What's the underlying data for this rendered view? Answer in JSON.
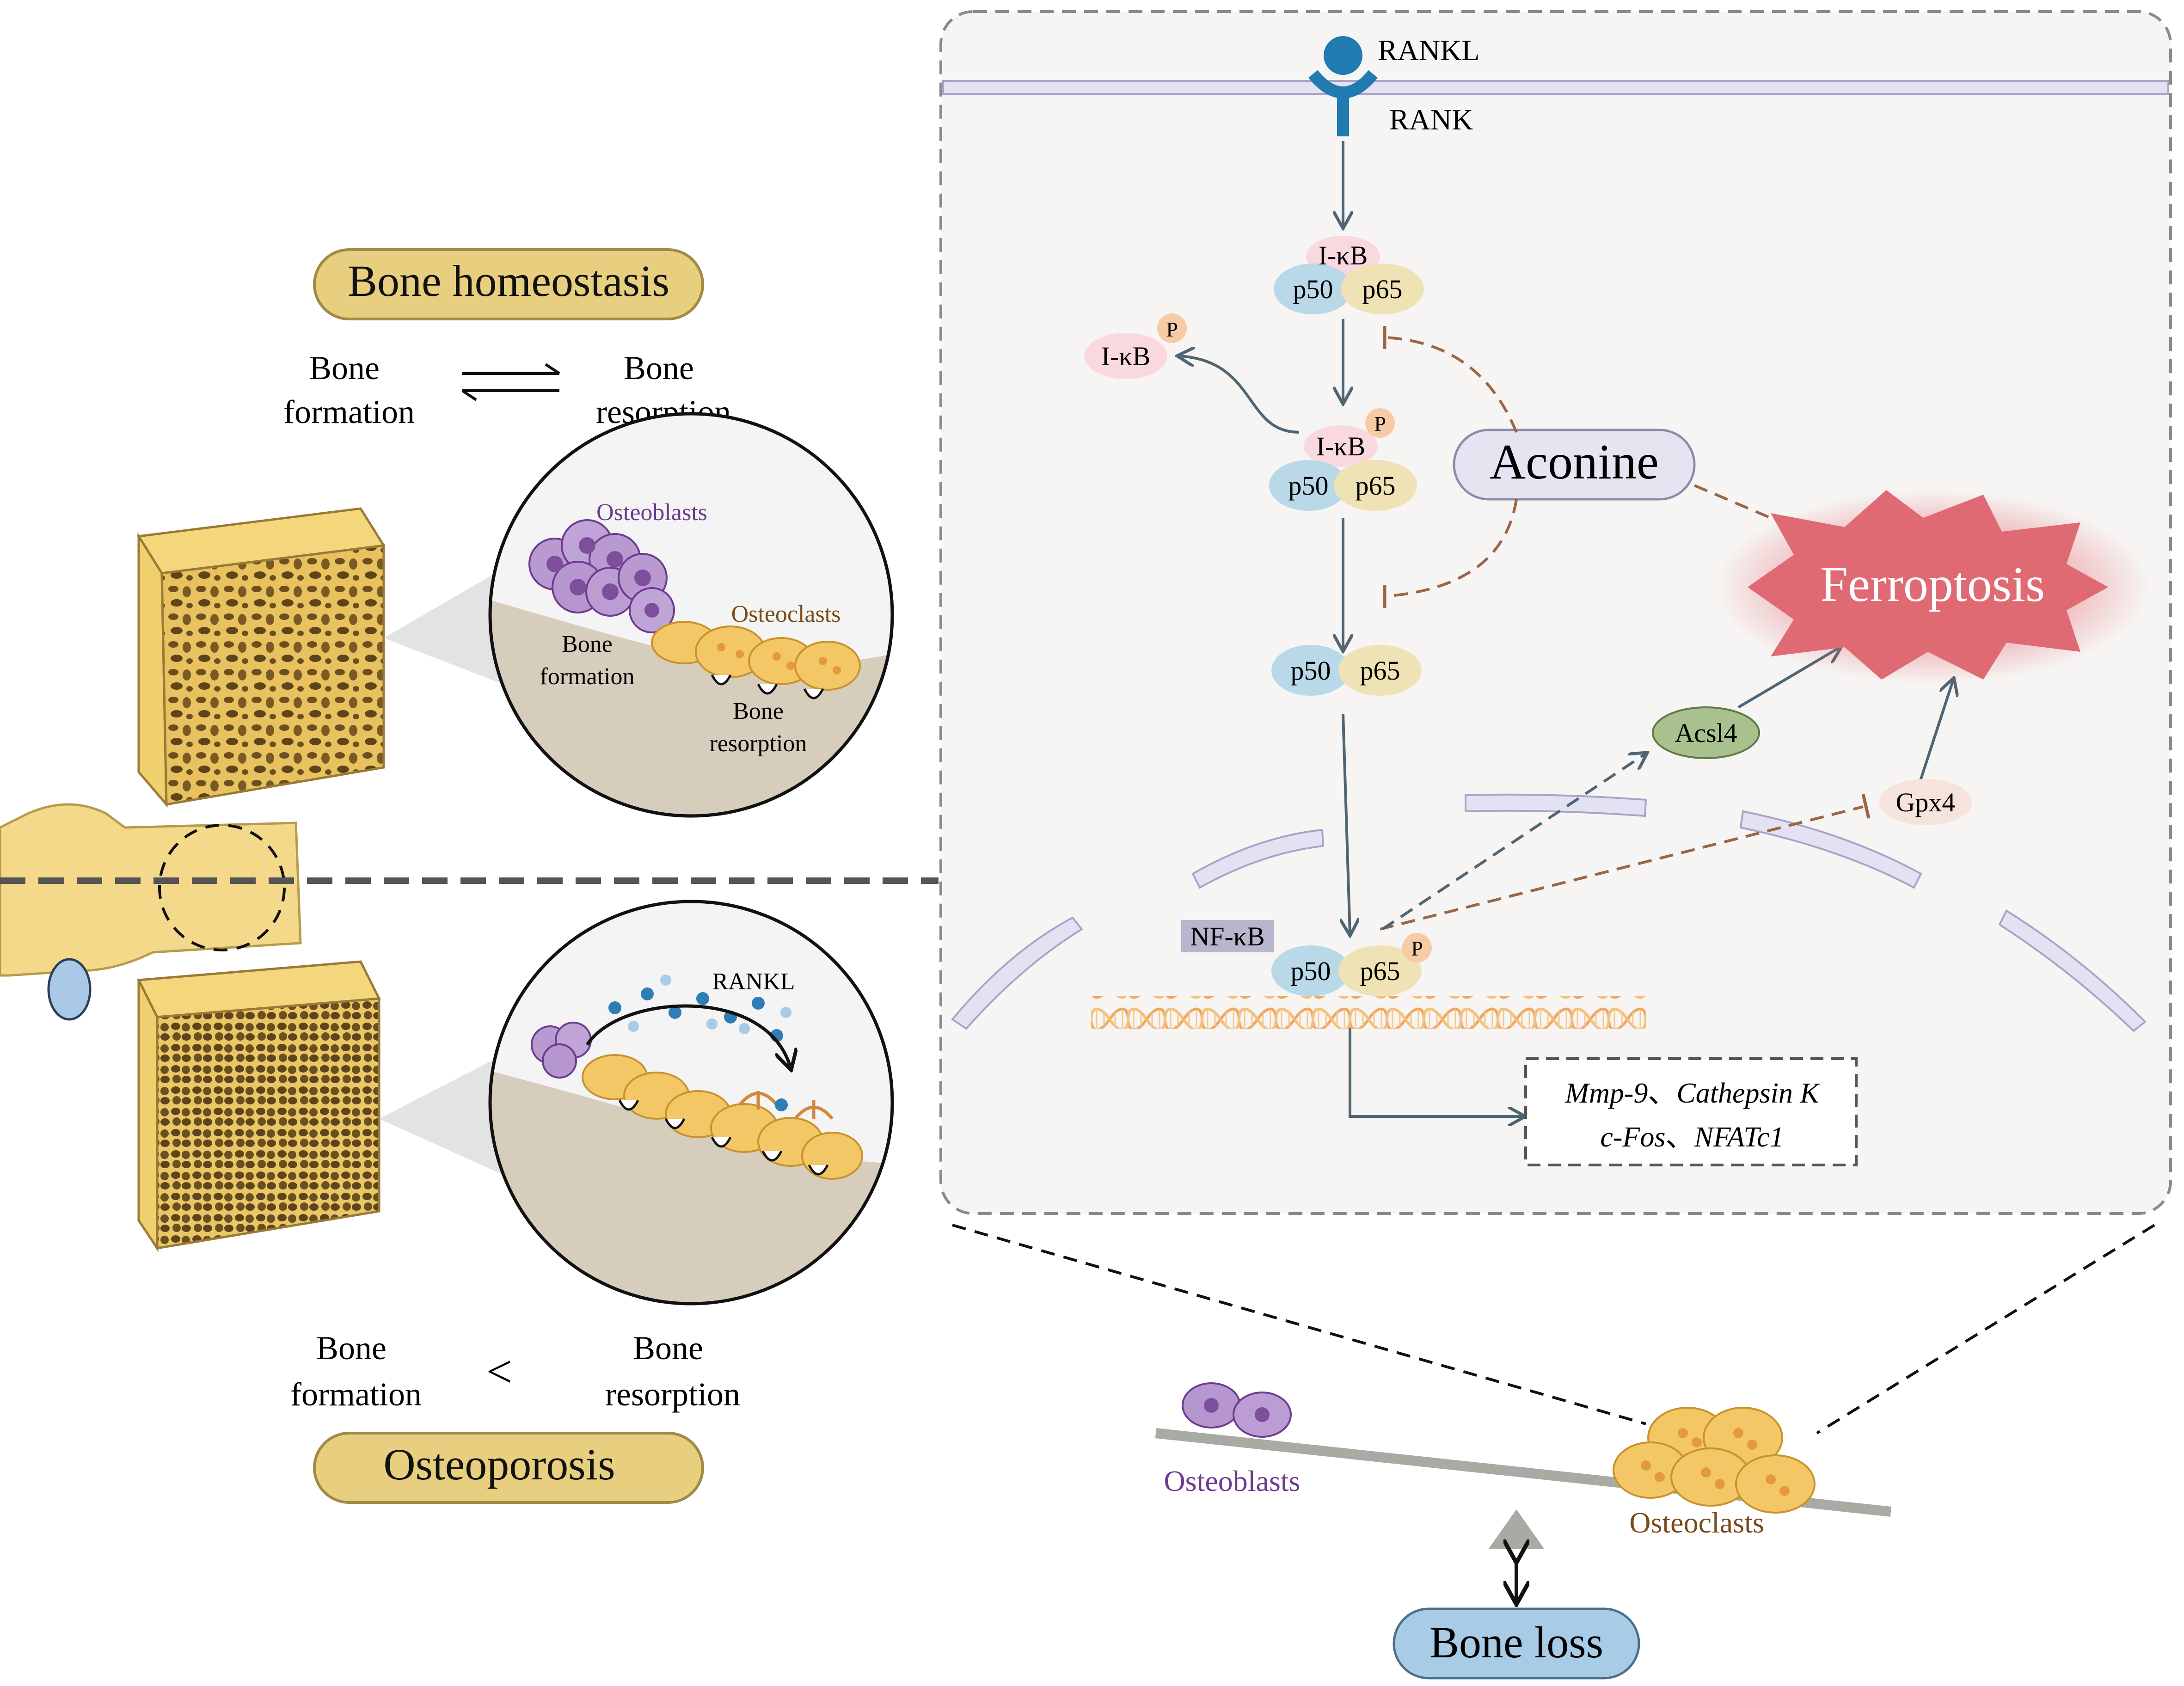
{
  "left": {
    "homeostasis_label": "Bone homeostasis",
    "osteoporosis_label": "Osteoporosis",
    "top_formation_l1": "Bone",
    "top_formation_l2": "formation",
    "top_resorption_l1": "Bone",
    "top_resorption_l2": "resorption",
    "bottom_formation_l1": "Bone",
    "bottom_formation_l2": "formation",
    "bottom_resorption_l1": "Bone",
    "bottom_resorption_l2": "resorption",
    "less_than_symbol": "<",
    "top_circle": {
      "osteoblasts": "Osteoblasts",
      "osteoclasts": "Osteoclasts",
      "formation_l1": "Bone",
      "formation_l2": "formation",
      "resorption_l1": "Bone",
      "resorption_l2": "resorption"
    },
    "bottom_circle": {
      "rankl": "RANKL"
    }
  },
  "pathway": {
    "rankl": "RANKL",
    "rank": "RANK",
    "ikb": "I-κB",
    "p50": "p50",
    "p65": "p65",
    "phospho": "P",
    "nfkb": "NF-κB",
    "aconine": "Aconine",
    "ferroptosis": "Ferroptosis",
    "acsl4": "Acsl4",
    "gpx4": "Gpx4",
    "genes_line1_a": "Mmp-9",
    "genes_line1_sep": "、",
    "genes_line1_b": "Cathepsin K",
    "genes_line2_a": "c-Fos",
    "genes_line2_sep": "、",
    "genes_line2_b": "NFATc1"
  },
  "balance": {
    "osteoblasts": "Osteoblasts",
    "osteoclasts": "Osteoclasts",
    "bone_loss": "Bone loss"
  },
  "colors": {
    "bone_fill": "#f3d680",
    "bone_dark": "#8a6a2a",
    "label_pill": "#e8cf7f",
    "panel_bg": "#f6f5f3",
    "p50": "#b9d8e8",
    "p65": "#efe2b4",
    "ikb": "#f9d9df",
    "phospho": "#f6cba6",
    "aconine": "#e7e4f1",
    "ferroptosis": "#e06a73",
    "acsl4": "#a9c08f",
    "gpx4": "#f5e3dc",
    "arrow_blue": "#4f6573",
    "inhibit_brown": "#9a6648",
    "osteoblast_purple": "#6d3b8e",
    "osteoclast_brown": "#7a4a1a",
    "bone_loss_pill": "#a8cbe6"
  }
}
